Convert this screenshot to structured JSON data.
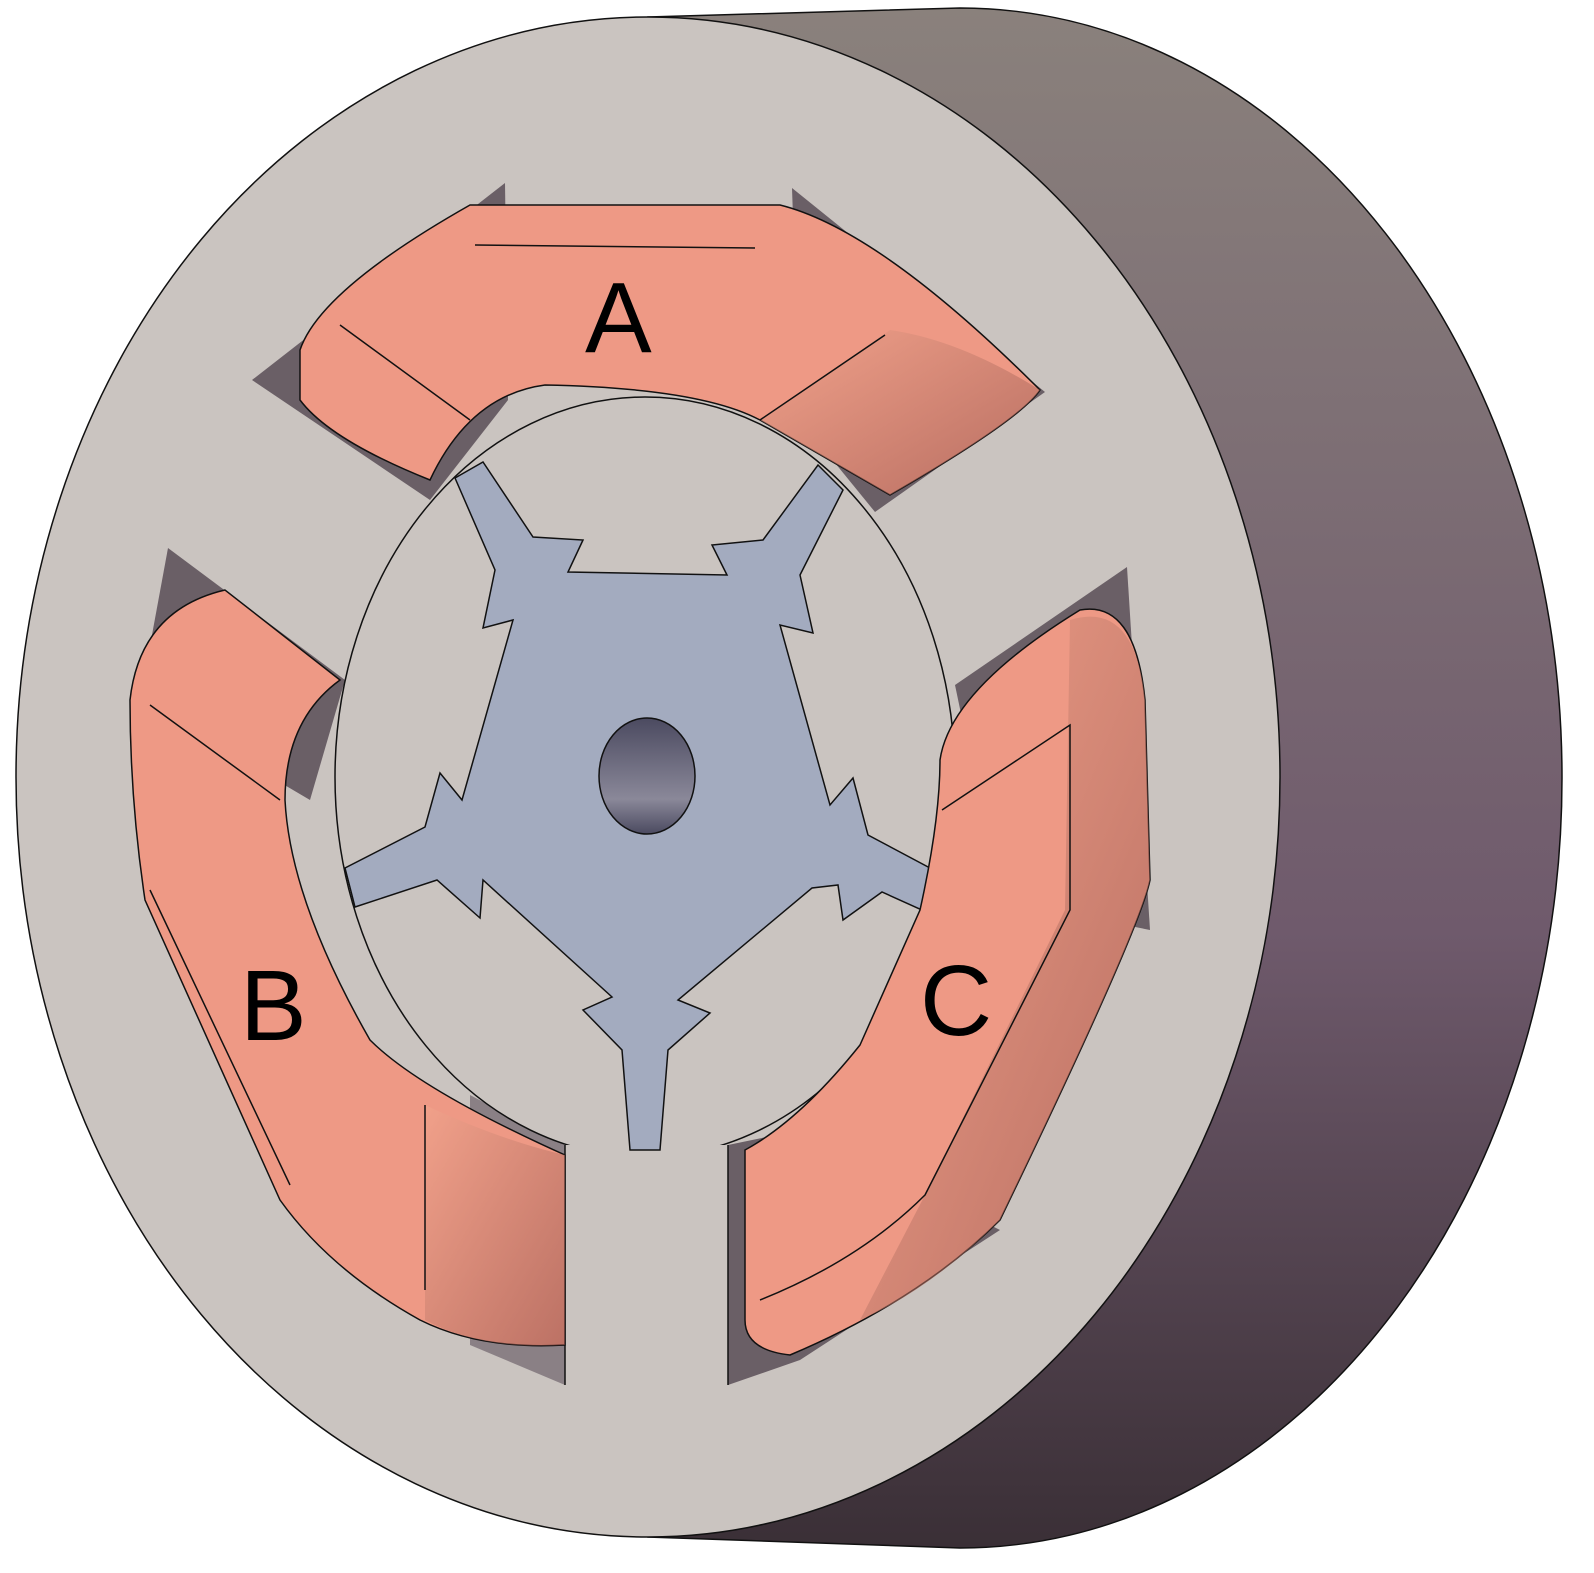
{
  "diagram": {
    "coils": [
      {
        "label": "A"
      },
      {
        "label": "B"
      },
      {
        "label": "C"
      }
    ],
    "colors": {
      "stator_face": "#cac4c0",
      "stator_side_light": "#8a817c",
      "stator_side_dark": "#3a2f36",
      "stator_side_mid": "#6f5a6c",
      "coil": "#ee9985",
      "coil_shadow": "#8a4a44",
      "rotor": "#a3abbf",
      "shaft": "#4e4d63",
      "slot": "#6a5f66"
    }
  }
}
